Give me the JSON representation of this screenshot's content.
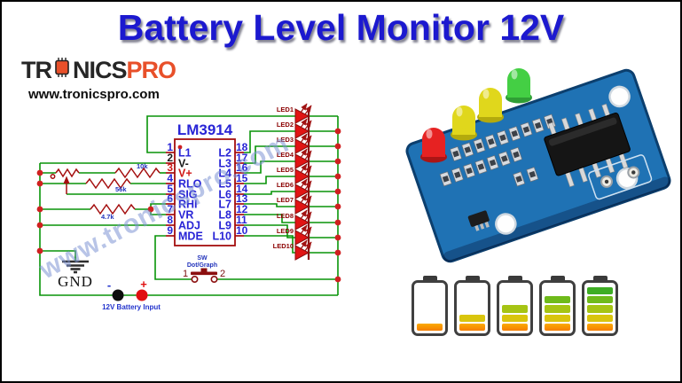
{
  "title": "Battery Level Monitor 12V",
  "logo": {
    "tr": "TR",
    "nics": "NICS",
    "pro": "PRO",
    "tagline": "www.tronicspro.com"
  },
  "watermark": "www.tronicspro.com",
  "schematic": {
    "ic_label": "LM3914",
    "left_pins": [
      {
        "num": "1",
        "name": "L1"
      },
      {
        "num": "2",
        "name": "V-"
      },
      {
        "num": "3",
        "name": "V+"
      },
      {
        "num": "4",
        "name": "RLO"
      },
      {
        "num": "5",
        "name": "SIG"
      },
      {
        "num": "6",
        "name": "RHI"
      },
      {
        "num": "7",
        "name": "VR"
      },
      {
        "num": "8",
        "name": "ADJ"
      },
      {
        "num": "9",
        "name": "MDE"
      }
    ],
    "right_pins": [
      {
        "num": "18",
        "name": "L2"
      },
      {
        "num": "17",
        "name": "L3"
      },
      {
        "num": "16",
        "name": "L4"
      },
      {
        "num": "15",
        "name": "L5"
      },
      {
        "num": "14",
        "name": "L6"
      },
      {
        "num": "13",
        "name": "L7"
      },
      {
        "num": "12",
        "name": "L8"
      },
      {
        "num": "11",
        "name": "L9"
      },
      {
        "num": "10",
        "name": "L10"
      }
    ],
    "leds": [
      "LED1",
      "LED2",
      "LED3",
      "LED4",
      "LED5",
      "LED6",
      "LED7",
      "LED8",
      "LED9",
      "LED10"
    ],
    "resistors": {
      "r1": "10k",
      "r2": "56k",
      "r3": "4.7k"
    },
    "switch": {
      "name": "SW",
      "mode": "Dot/Graph",
      "t1": "1",
      "t2": "2"
    },
    "ground_label": "GND",
    "battery_input": {
      "minus": "-",
      "plus": "+",
      "label": "12V Battery Input"
    }
  },
  "module": {
    "led_colors": [
      "red",
      "yellow",
      "yellow",
      "green"
    ]
  },
  "battery_icons": {
    "levels": [
      1,
      2,
      3,
      4,
      5
    ],
    "bar_colors": [
      "#F8990B",
      "#D9C50D",
      "#A6C414",
      "#6FBA1B",
      "#3EAD24"
    ]
  },
  "colors": {
    "title_blue": "#1C19CF",
    "logo_orange": "#E8502A",
    "wire_green": "#089408",
    "component_red": "#A40E0E",
    "led_red": "#E11414",
    "pin_text_blue": "#2824D6",
    "pcb_blue": "#1F72B4",
    "watermark_blue": "#7E93D4"
  }
}
